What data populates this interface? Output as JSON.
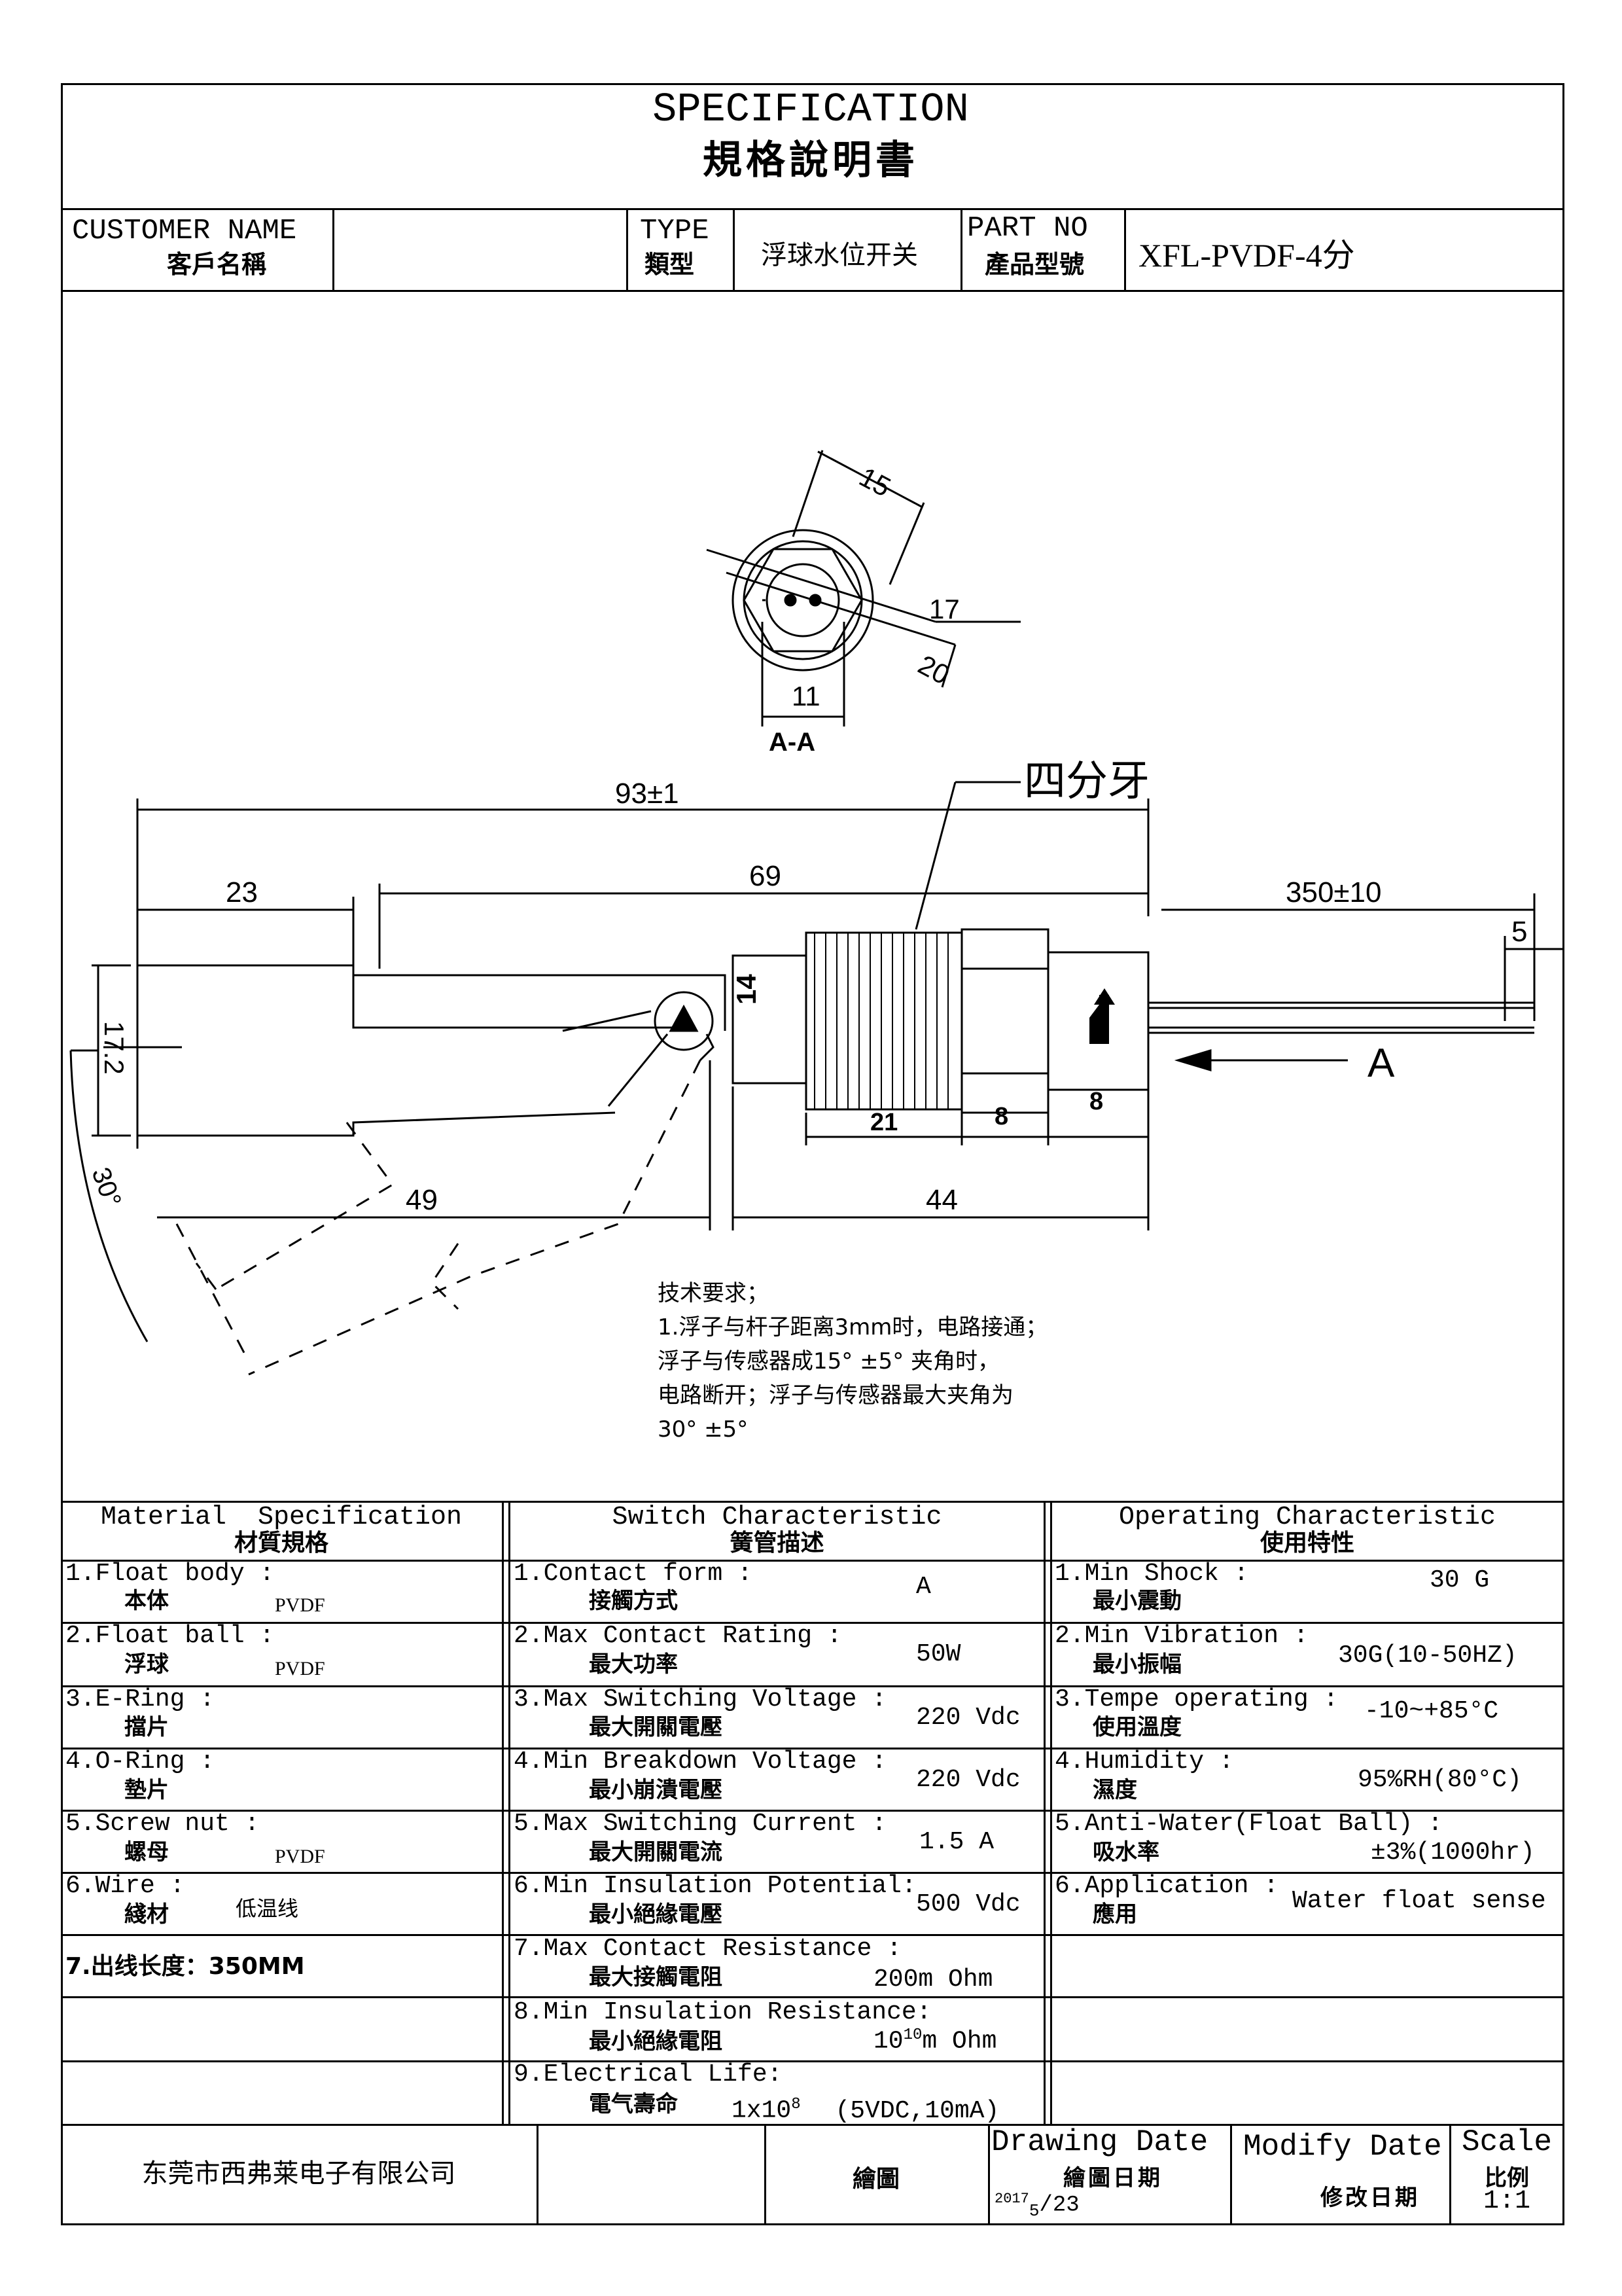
{
  "header": {
    "title_en": "SPECIFICATION",
    "title_zh": "規格說明書",
    "customer_label_en": "CUSTOMER NAME",
    "customer_label_zh": "客戶名稱",
    "customer_value": "",
    "type_label_en": "TYPE",
    "type_label_zh": "類型",
    "type_value": "浮球水位开关",
    "part_label_en": "PART NO",
    "part_label_zh": "產品型號",
    "part_value": "XFL-PVDF-4分"
  },
  "drawing": {
    "section_label": "A-A",
    "thread_label": "四分牙",
    "arrow_label": "A",
    "dims": {
      "d15": "15",
      "d17": "17",
      "d20": "20",
      "d11": "11",
      "d93": "93±1",
      "d23": "23",
      "d69": "69",
      "d350": "350±10",
      "d5": "5",
      "d172": "17.2",
      "d14": "14",
      "d21": "21",
      "d8a": "8",
      "d8b": "8",
      "d30": "30°",
      "d49": "49",
      "d44": "44"
    }
  },
  "notes": {
    "heading": "技术要求；",
    "line1": "1.浮子与杆子距离3mm时，电路接通；",
    "line2": "浮子与传感器成15° ±5° 夹角时，",
    "line3": "电路断开；浮子与传感器最大夹角为",
    "line4": "30° ±5°"
  },
  "material": {
    "header_en": "Material  Specification",
    "header_zh": "材質規格",
    "rows": [
      {
        "label": "1.Float body :",
        "sub": "本体",
        "value": "PVDF"
      },
      {
        "label": "2.Float ball :",
        "sub": "浮球",
        "value": "PVDF"
      },
      {
        "label": "3.E-Ring :",
        "sub": "擋片",
        "value": ""
      },
      {
        "label": "4.O-Ring :",
        "sub": "墊片",
        "value": ""
      },
      {
        "label": "5.Screw nut :",
        "sub": "螺母",
        "value": "PVDF"
      },
      {
        "label": "6.Wire :",
        "sub": "綫材",
        "value": "低温线"
      },
      {
        "label": "7.出线长度：350MM",
        "sub": "",
        "value": ""
      }
    ]
  },
  "switch": {
    "header_en": "Switch Characteristic",
    "header_zh": "簧管描述",
    "rows": [
      {
        "label": "1.Contact form :",
        "sub": "接觸方式",
        "value": "A"
      },
      {
        "label": "2.Max Contact Rating :",
        "sub": "最大功率",
        "value": "50W"
      },
      {
        "label": "3.Max Switching Voltage :",
        "sub": "最大開關電壓",
        "value": "220 Vdc"
      },
      {
        "label": "4.Min Breakdown Voltage :",
        "sub": "最小崩潰電壓",
        "value": "220 Vdc"
      },
      {
        "label": "5.Max Switching Current :",
        "sub": "最大開關電流",
        "value": "1.5 A"
      },
      {
        "label": "6.Min Insulation Potential:",
        "sub": "最小絕緣電壓",
        "value": "500 Vdc"
      },
      {
        "label": "7.Max Contact Resistance :",
        "sub": "最大接觸電阻",
        "value": "200m Ohm"
      },
      {
        "label": "8.Min Insulation Resistance:",
        "sub": "最小絕緣電阻",
        "value": "m Ohm",
        "value_base": "10",
        "value_exp": "10"
      },
      {
        "label": "9.Electrical Life:",
        "sub": "電气壽命",
        "value": "(5VDC,10mA)",
        "value_base": "1x10",
        "value_exp": "8"
      }
    ]
  },
  "operating": {
    "header_en": "Operating Characteristic",
    "header_zh": "使用特性",
    "rows": [
      {
        "label": "1.Min Shock :",
        "sub": "最小震動",
        "value": "30 G"
      },
      {
        "label": "2.Min Vibration :",
        "sub": "最小振幅",
        "value": "30G(10-50HZ)"
      },
      {
        "label": "3.Tempe operating :",
        "sub": "使用溫度",
        "value": "-10~+85°C"
      },
      {
        "label": "4.Humidity :",
        "sub": "濕度",
        "value": "95%RH(80°C)"
      },
      {
        "label": "5.Anti-Water(Float Ball) :",
        "sub": "吸水率",
        "value": "±3%(1000hr)"
      },
      {
        "label": "6.Application :",
        "sub": "應用",
        "value": "Water float sense"
      }
    ]
  },
  "footer": {
    "company": "东莞市西弗莱电子有限公司",
    "draw_label": "繪圖",
    "drawing_date_en": "Drawing Date",
    "drawing_date_zh": "繪圖日期",
    "drawing_date_y": "2017",
    "drawing_date_m": "5",
    "drawing_date_d": "/23",
    "modify_date_en": "Modify Date",
    "modify_date_zh": "修改日期",
    "scale_en": "Scale",
    "scale_zh": "比例",
    "scale_value": "1:1"
  }
}
